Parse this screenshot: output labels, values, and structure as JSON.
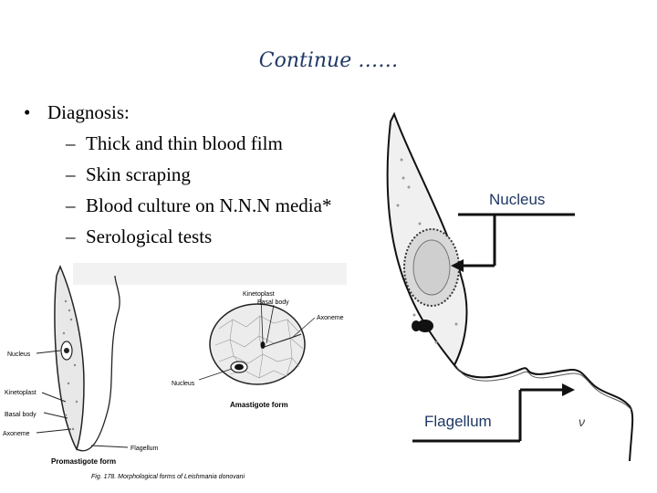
{
  "slide": {
    "title": "Continue ……",
    "bullet_main": "Diagnosis:",
    "sub_bullets": [
      "Thick and thin blood film",
      "Skin scraping",
      "Blood culture on N.N.N media*",
      "Serological tests"
    ]
  },
  "left_figure": {
    "labels": {
      "nucleus": "Nucleus",
      "kinetoplast": "Kinetoplast",
      "basal_body": "Basal body",
      "axoneme": "Axoneme",
      "flagellum": "Flagellum",
      "promastigote_form": "Promastigote form",
      "amastigote_kinetoplast": "Kinetoplast",
      "amastigote_basal_body": "Basal body",
      "amastigote_axoneme": "Axoneme",
      "amastigote_nucleus": "Nucleus",
      "amastigote_form": "Amastigote form",
      "caption": "Fig. 178. Morphological forms of Leishmania donovani"
    }
  },
  "right_figure": {
    "nucleus_label": "Nucleus",
    "flagellum_label": "Flagellum"
  }
}
